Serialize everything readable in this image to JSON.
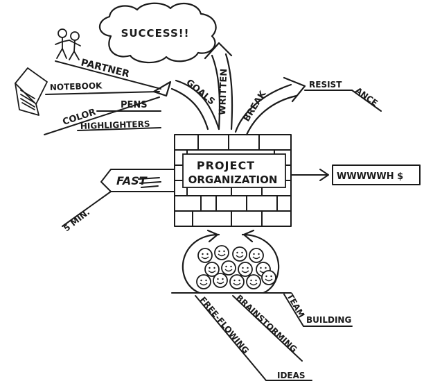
{
  "mindmap": {
    "center": {
      "line1": "PROJECT",
      "line2": "ORGANIZATION"
    },
    "cloud": {
      "label": "SUCCESS!!"
    },
    "arrows": {
      "goals": "GOALS",
      "written": "WRITTEN",
      "break": "BREAK"
    },
    "branches": {
      "partner": "PARTNER",
      "notebook": "NOTEBOOK",
      "color": "COLOR",
      "pens": "PENS",
      "highlighters": "HIGHLIGHTERS",
      "resist": "RESIST",
      "ance": "ANCE",
      "fast": "FAST",
      "five_min": "5 MIN.",
      "www": "WWWWWH $",
      "team": "TEAM",
      "building": "BUILDING",
      "brainstorming": "BRAINSTORMING",
      "free_flowing": "FREE-FLOWING",
      "ideas": "IDEAS"
    }
  }
}
